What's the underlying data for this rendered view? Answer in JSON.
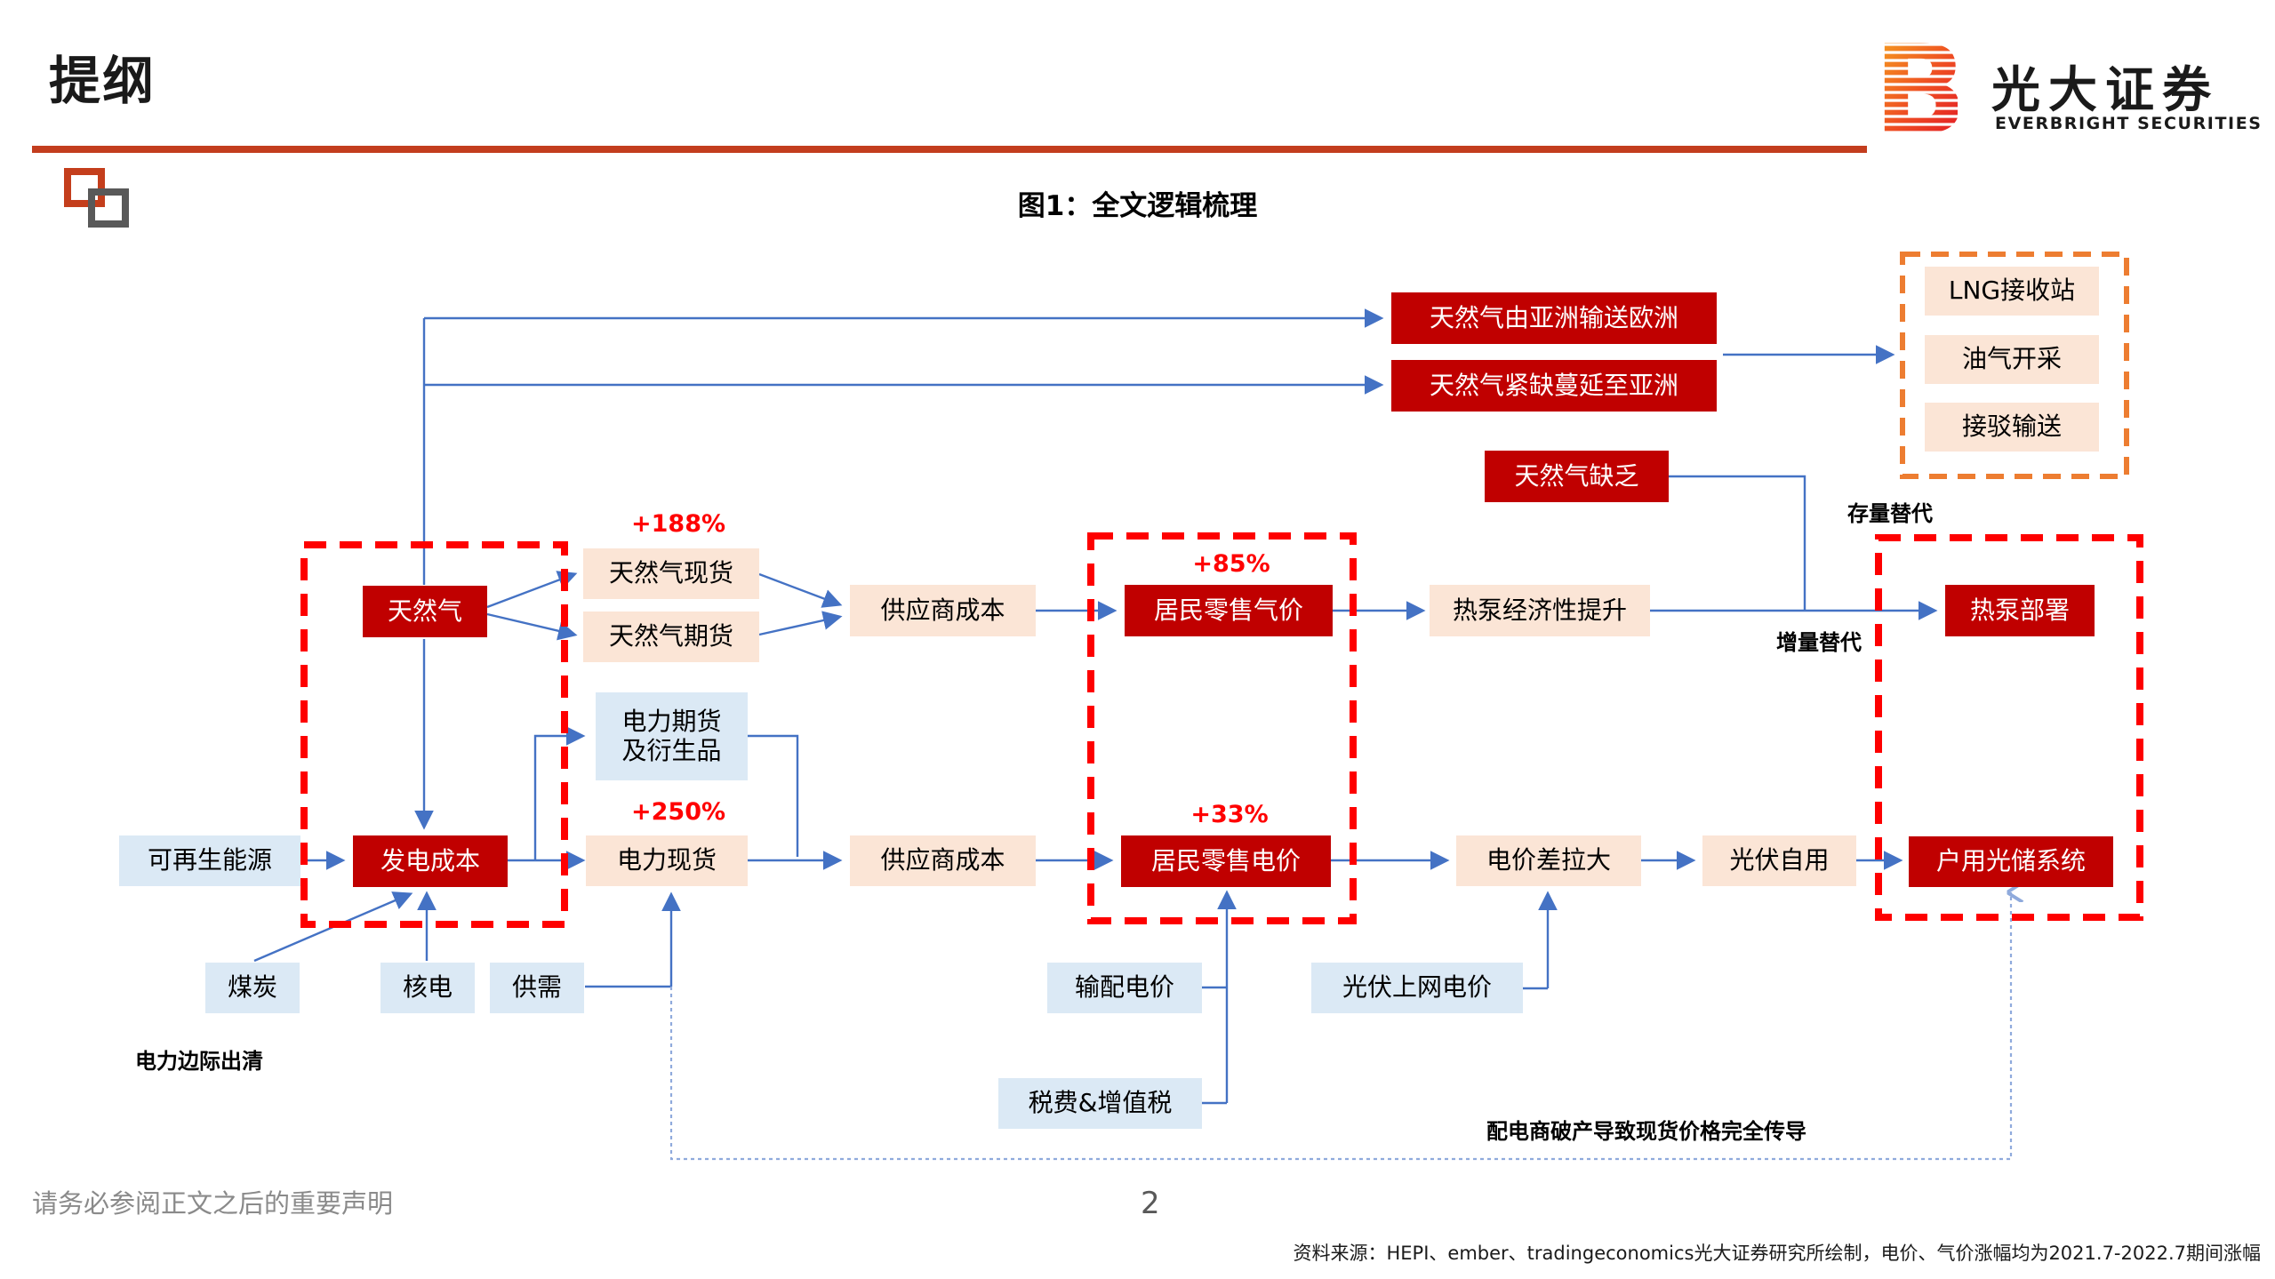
{
  "slide": {
    "title": "提纲",
    "figure_title": "图1：全文逻辑梳理",
    "page_number": "2",
    "disclaimer": "请务必参阅正文之后的重要声明",
    "source": "资料来源：HEPI、ember、tradingeconomics光大证券研究所绘制，电价、气价涨幅均为2021.7-2022.7期间涨幅"
  },
  "logo": {
    "cn": "光大证券",
    "en": "EVERBRIGHT SECURITIES"
  },
  "nodes": {
    "gas_to_europe": "天然气由亚洲输送欧洲",
    "gas_shortage_asia": "天然气紧缺蔓延至亚洲",
    "lng_terminal": "LNG接收站",
    "oil_gas_extraction": "油气开采",
    "docking_transport": "接驳输送",
    "gas_lack": "天然气缺乏",
    "gas": "天然气",
    "gas_spot": "天然气现货",
    "gas_futures": "天然气期货",
    "supplier_cost_gas": "供应商成本",
    "retail_gas_price": "居民零售气价",
    "heatpump_economy": "热泵经济性提升",
    "heatpump_deploy": "热泵部署",
    "elec_futures": "电力期货\n及衍生品",
    "renewables": "可再生能源",
    "gen_cost": "发电成本",
    "elec_spot": "电力现货",
    "supplier_cost_elec": "供应商成本",
    "retail_elec_price": "居民零售电价",
    "price_gap": "电价差拉大",
    "pv_self_use": "光伏自用",
    "home_pv_storage": "户用光储系统",
    "coal": "煤炭",
    "nuclear": "核电",
    "supply_demand": "供需",
    "transmission_price": "输配电价",
    "tax_vat": "税费&增值税",
    "pv_grid_price": "光伏上网电价"
  },
  "annotations": {
    "gas_spot_pct": "+188%",
    "elec_spot_pct": "+250%",
    "gas_retail_pct": "+85%",
    "elec_retail_pct": "+33%",
    "stock_replacement": "存量替代",
    "incremental_replacement": "增量替代",
    "marginal_clearing": "电力边际出清",
    "full_passthrough": "配电商破产导致现货价格完全传导"
  },
  "colors": {
    "node_red": "#C00000",
    "node_peach": "#FBE5D6",
    "node_blue": "#DBE9F5",
    "arrow_blue": "#4472C4",
    "dotted_blue": "#8FAADC",
    "dashed_red": "#FE0000",
    "dashed_orange": "#ED7D31",
    "divider_red": "#C33D1E",
    "percent_red": "#FF0000"
  }
}
